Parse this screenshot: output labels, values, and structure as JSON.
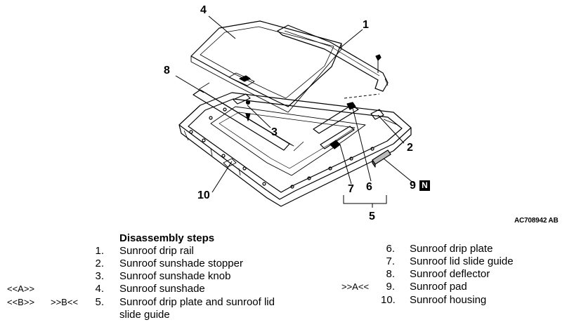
{
  "diagram": {
    "callouts": {
      "c1": "1",
      "c2": "2",
      "c3": "3",
      "c4": "4",
      "c5": "5",
      "c6": "6",
      "c7": "7",
      "c8": "8",
      "c9": "9",
      "c10": "10"
    },
    "new_part_tag": "N",
    "figure_code": "AC708942 AB"
  },
  "procedure": {
    "title": "Disassembly steps",
    "steps_left": [
      {
        "num": "1.",
        "label": "Sunroof drip rail",
        "removal_ref": "",
        "installation_ref": ""
      },
      {
        "num": "2.",
        "label": "Sunroof sunshade stopper",
        "removal_ref": "",
        "installation_ref": ""
      },
      {
        "num": "3.",
        "label": "Sunroof sunshade knob",
        "removal_ref": "",
        "installation_ref": ""
      },
      {
        "num": "4.",
        "label": "Sunroof sunshade",
        "removal_ref": "<<A>>",
        "installation_ref": ""
      },
      {
        "num": "5.",
        "label": "Sunroof drip plate and sunroof lid",
        "label_line2": "slide guide",
        "removal_ref": "<<B>>",
        "installation_ref": ">>B<<"
      }
    ],
    "steps_right": [
      {
        "num": "6.",
        "label": "Sunroof drip plate",
        "installation_ref": ""
      },
      {
        "num": "7.",
        "label": "Sunroof lid slide guide",
        "installation_ref": ""
      },
      {
        "num": "8.",
        "label": "Sunroof deflector",
        "installation_ref": ""
      },
      {
        "num": "9.",
        "label": "Sunroof pad",
        "installation_ref": ">>A<<"
      },
      {
        "num": "10.",
        "label": "Sunroof housing",
        "installation_ref": ""
      }
    ]
  }
}
